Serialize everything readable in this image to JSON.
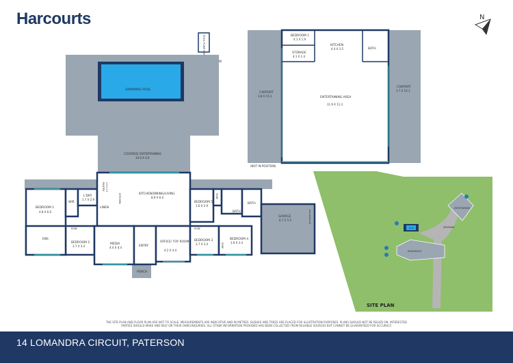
{
  "brand": {
    "logo_text": "Harcourts",
    "primary_color": "#1f3864"
  },
  "north": {
    "label": "N",
    "icon": "north-arrow-icon"
  },
  "site_plan": {
    "title": "SITE PLAN",
    "labels": {
      "entertaining": "ENTERTAINING",
      "driveway": "DRIVEWAY",
      "pool": "POOL",
      "residence": "RESIDENCE"
    },
    "lawn_color": "#8fbf6a",
    "tree_color": "#2a7ab8"
  },
  "outbuilding": {
    "pool_pump_shed": "POOL PUMP SHED",
    "not_in_position_1": "(NOT IN POSITION)",
    "not_in_position_2": "(NOT IN POSITION)",
    "bedroom1": {
      "name": "BEDROOM 1",
      "dims": "4.1 X 1.9"
    },
    "kitchen": {
      "name": "KITCHEN",
      "dims": "4.4 X 3.5"
    },
    "storage": {
      "name": "STORAGE",
      "dims": "4.1 X 1.4"
    },
    "bath": {
      "name": "BATH",
      "dims": ""
    },
    "carport_left": {
      "name": "CARPORT",
      "dims": "3.8 X 15.1"
    },
    "carport_right": {
      "name": "CARPORT",
      "dims": "3.7 X 15.1"
    },
    "entertaining": {
      "name": "ENTERTAINING AREA",
      "dims": "11.9 X 11.3"
    }
  },
  "house": {
    "swimming_pool": "SWIMMING POOL",
    "covered_entertaining": {
      "name": "COVERED ENTERTAINING",
      "dims": "10.6 X 4.0"
    },
    "bedroom1": {
      "name": "BEDROOM 1",
      "dims": "4.8 X 6.0"
    },
    "wir": {
      "name": "WIR",
      "dims": ""
    },
    "ldry": {
      "name": "L'DRY",
      "dims": "1.7 X 2.9"
    },
    "pantry": {
      "name": "PANTRY",
      "dims": "1.9 X 2.2"
    },
    "kitchen_label": "KITCHEN",
    "linen": "LINEN",
    "kitchen_living": {
      "name": "KITCHEN/DINING/LIVING",
      "dims": "8.9 X 6.0"
    },
    "bedroom5": {
      "name": "BEDROOM 5",
      "dims": "3.6 X 2.9"
    },
    "robe_a": "ROBE",
    "robe_b": "ROBE",
    "robe_c": "ROBE",
    "robe_d": "ROBE",
    "bath_small": "BATH",
    "bath_main": "BATH",
    "garage": {
      "name": "GARAGE",
      "dims": "6.7 X 5.5"
    },
    "rollerdoor": "ROLLERDOOR",
    "ens": "ENS",
    "bedroom2": {
      "name": "BEDROOM 2",
      "dims": "3.7 X 3.4"
    },
    "media": {
      "name": "MEDIA",
      "dims": "4.4 X 4.4"
    },
    "entry": "ENTRY",
    "office": {
      "name": "OFFICE/ TOY ROOM",
      "dims": "4.2 X 4.4"
    },
    "bedroom3": {
      "name": "BEDROOM 3",
      "dims": "3.7 X 3.4"
    },
    "bedroom4": {
      "name": "BEDROOM 4",
      "dims": "3.9 X 3.4"
    },
    "porch": "PORCH"
  },
  "colors": {
    "wall": "#1f3864",
    "deck": "#9aa6b2",
    "pool": "#29a9e8",
    "glass": "#39b5b0"
  },
  "disclaimer": "THE SITE PLAN AND FLOOR PLAN ARE NOT TO SCALE. MEASUREMENTS ARE INDICATIVE AND IN METRES. BUSHES AND TREES ARE PLACED FOR ILLUSTRATION PURPOSES. PLANS SHOULD NOT BE RELIED ON. INTERESTED PARTIES SHOULD MAKE AND RELY ON THEIR OWN ENQUIRIES. ALL OTHER INFORMATION PROVIDED HAS BEEN COLLECTED FROM RELIABLE SOURCES BUT CANNOT BE GUARANTEED FOR ACCURACY.",
  "address": "14 LOMANDRA CIRCUIT, PATERSON"
}
